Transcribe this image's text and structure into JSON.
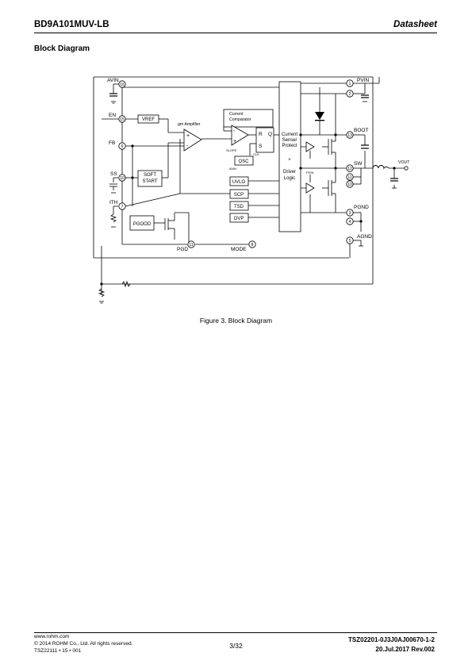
{
  "header": {
    "part_number": "BD9A101MUV-LB",
    "doc_type": "Datasheet"
  },
  "section_title": "Block Diagram",
  "figure_caption": "Figure 3. Block Diagram",
  "diagram": {
    "pins": {
      "avin": {
        "label": "AVIN",
        "num": "16"
      },
      "en": {
        "label": "EN",
        "num": "15"
      },
      "fb": {
        "label": "FB",
        "num": "6"
      },
      "ss": {
        "label": "SS",
        "num": "10"
      },
      "ith": {
        "label": "ITH",
        "num": "7"
      },
      "pgd": {
        "label": "PGD",
        "num": "11"
      },
      "mode": {
        "label": "MODE",
        "num": "8"
      },
      "pvin": {
        "label": "PVIN",
        "num1": "1",
        "num2": "2"
      },
      "boot": {
        "label": "BOOT",
        "num": "13"
      },
      "sw": {
        "label": "SW",
        "num1": "12",
        "num2": "11",
        "num3": "10"
      },
      "pgnd": {
        "label": "PGND",
        "num1": "3",
        "num2": "4"
      },
      "agnd": {
        "label": "AGND",
        "num": "5"
      }
    },
    "blocks": {
      "vref": "VREF",
      "gm_amp": "gm Amplifier",
      "cur_comp_1": "Current",
      "cur_comp_2": "Comparator",
      "slope": "SLOPE",
      "clk": "CLK",
      "latch_r": "R",
      "latch_s": "S",
      "latch_q": "Q",
      "osc": "OSC",
      "soft_start_1": "SOFT",
      "soft_start_2": "START",
      "uvlo": "UVLO",
      "scp": "SCP",
      "tsd": "TSD",
      "ovp": "OVP",
      "avin_small": "AVIN",
      "pgood": "PGOOD",
      "driver_1": "Current",
      "driver_2": "Sense/",
      "driver_3": "Protect",
      "driver_4": "+",
      "driver_5": "Driver",
      "driver_6": "Logic",
      "pvin_small": "PVIN",
      "vout": "VOUT",
      "plus": "+",
      "minus": "-"
    }
  },
  "footer": {
    "website": "www.rohm.com",
    "copyright": "© 2014 ROHM Co., Ltd. All rights reserved.",
    "code": "TSZ22111 • 15 • 001",
    "page": "3/32",
    "doc_number": "TSZ02201-0J3J0AJ00670-1-2",
    "date_rev": "20.Jul.2017  Rev.002"
  }
}
